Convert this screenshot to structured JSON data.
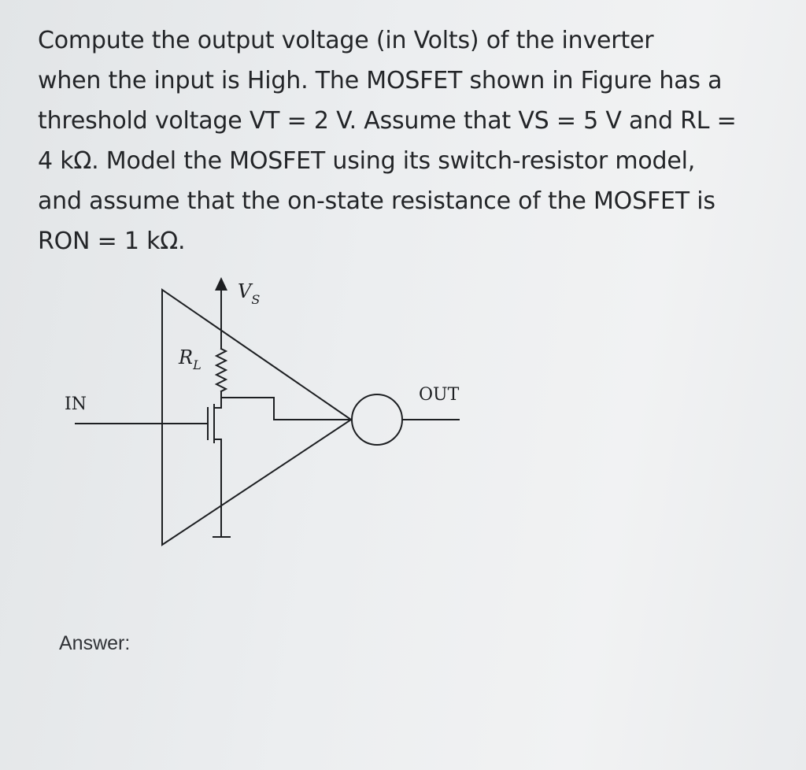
{
  "question": {
    "lines": [
      "Compute the output voltage (in Volts) of the inverter",
      "when the input is High. The MOSFET shown in Figure has a",
      "threshold voltage VT = 2 V. Assume that VS = 5 V and RL =",
      "4 kΩ. Model the MOSFET using its switch-resistor model,",
      "and assume that the on-state resistance of the MOSFET is",
      "RON = 1 kΩ."
    ]
  },
  "diagram": {
    "supply_label": "V",
    "supply_subscript": "S",
    "resistor_label": "R",
    "resistor_subscript": "L",
    "input_label": "IN",
    "output_label": "OUT"
  },
  "answer_label": "Answer:",
  "colors": {
    "ink": "#1d1f22",
    "background": "#eceef0"
  }
}
